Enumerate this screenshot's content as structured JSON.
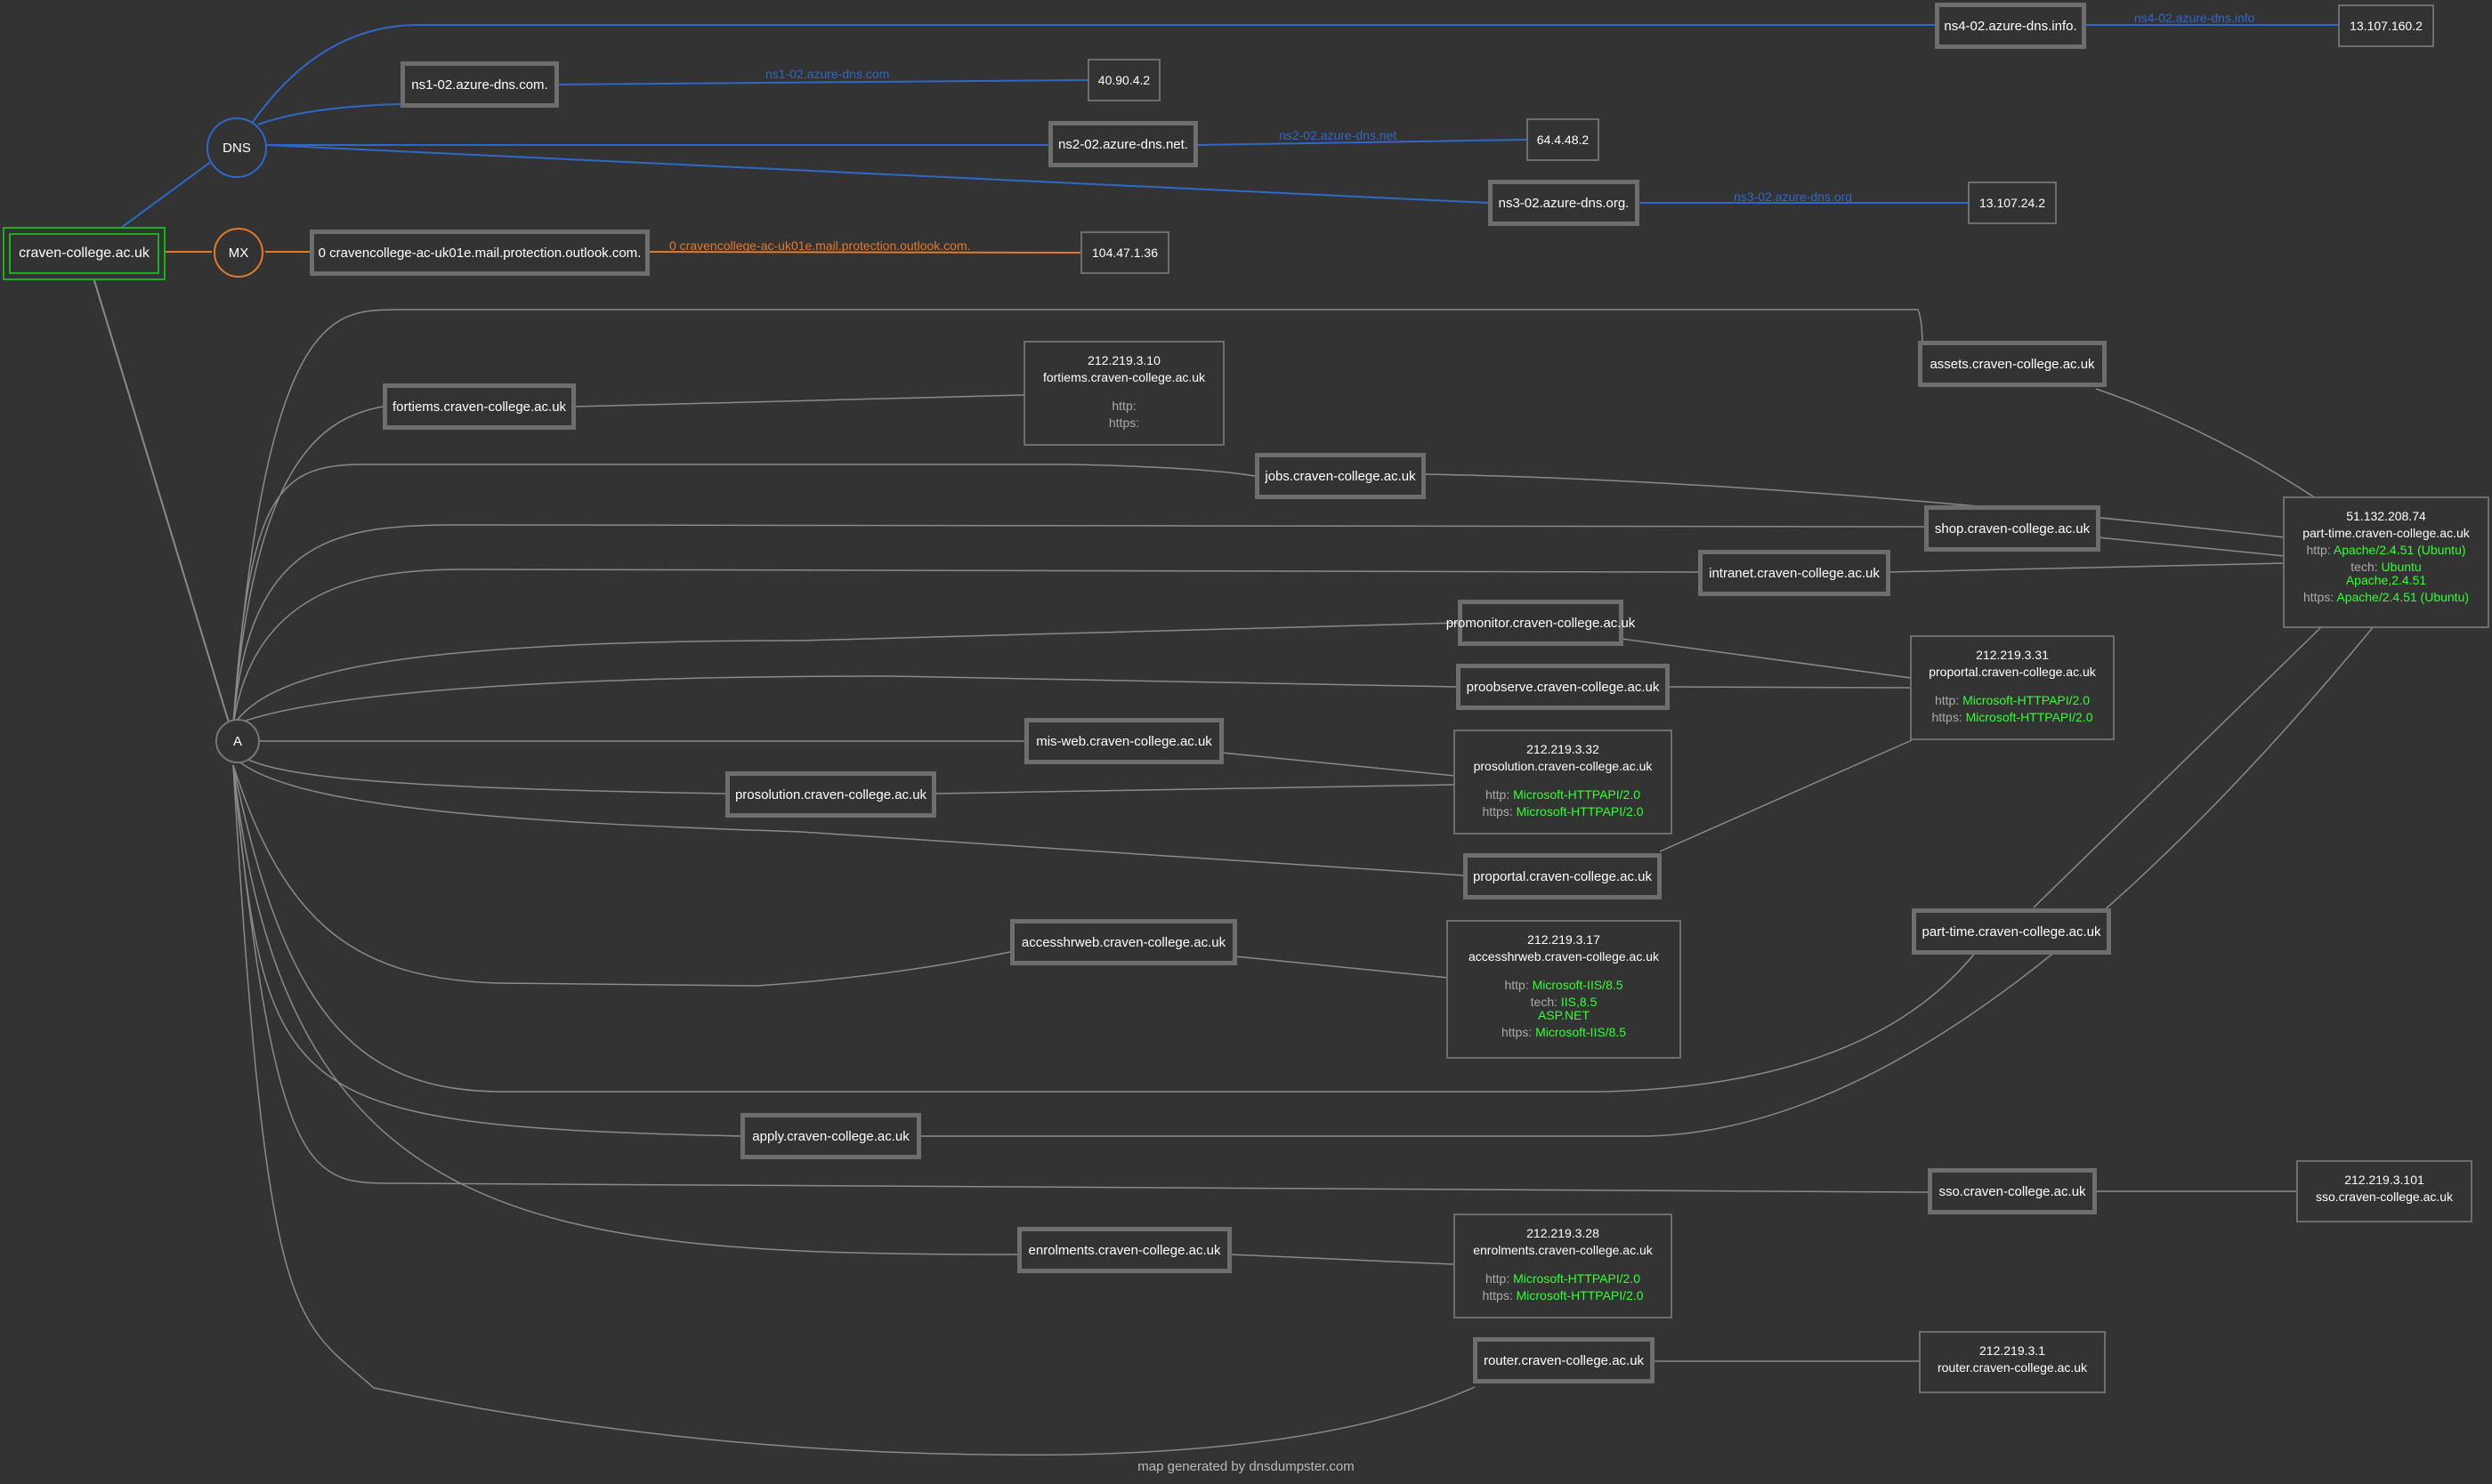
{
  "root": {
    "label": "craven-college.ac.uk"
  },
  "hubs": {
    "dns": "DNS",
    "mx": "MX",
    "a": "A"
  },
  "ns_records": [
    {
      "host": "ns1-02.azure-dns.com.",
      "edge_label": "ns1-02.azure-dns.com",
      "ip": "40.90.4.2"
    },
    {
      "host": "ns2-02.azure-dns.net.",
      "edge_label": "ns2-02.azure-dns.net",
      "ip": "64.4.48.2"
    },
    {
      "host": "ns3-02.azure-dns.org.",
      "edge_label": "ns3-02.azure-dns.org",
      "ip": "13.107.24.2"
    },
    {
      "host": "ns4-02.azure-dns.info.",
      "edge_label": "ns4-02.azure-dns.info",
      "ip": "13.107.160.2"
    }
  ],
  "mx_record": {
    "host": "0 cravencollege-ac-uk01e.mail.protection.outlook.com.",
    "edge_label": "0 cravencollege-ac-uk01e.mail.protection.outlook.com.",
    "ip": "104.47.1.36"
  },
  "a_hosts": {
    "assets": "assets.craven-college.ac.uk",
    "fortiems": "fortiems.craven-college.ac.uk",
    "jobs": "jobs.craven-college.ac.uk",
    "shop": "shop.craven-college.ac.uk",
    "intranet": "intranet.craven-college.ac.uk",
    "promonitor": "promonitor.craven-college.ac.uk",
    "proobserve": "proobserve.craven-college.ac.uk",
    "misweb": "mis-web.craven-college.ac.uk",
    "prosolution": "prosolution.craven-college.ac.uk",
    "proportal": "proportal.craven-college.ac.uk",
    "accesshrweb": "accesshrweb.craven-college.ac.uk",
    "parttime": "part-time.craven-college.ac.uk",
    "apply": "apply.craven-college.ac.uk",
    "sso": "sso.craven-college.ac.uk",
    "enrolments": "enrolments.craven-college.ac.uk",
    "router": "router.craven-college.ac.uk"
  },
  "ip_info": {
    "fortiems": {
      "ip": "212.219.3.10",
      "host": "fortiems.craven-college.ac.uk",
      "http_label": "http:",
      "https_label": "https:"
    },
    "parttime": {
      "ip": "51.132.208.74",
      "host": "part-time.craven-college.ac.uk",
      "http_label": "http:",
      "http": "Apache/2.4.51 (Ubuntu)",
      "tech_label": "tech:",
      "tech": [
        "Ubuntu",
        "Apache,2.4.51"
      ],
      "https_label": "https:",
      "https": "Apache/2.4.51 (Ubuntu)"
    },
    "proportal": {
      "ip": "212.219.3.31",
      "host": "proportal.craven-college.ac.uk",
      "http_label": "http:",
      "http": "Microsoft-HTTPAPI/2.0",
      "https_label": "https:",
      "https": "Microsoft-HTTPAPI/2.0"
    },
    "prosolution": {
      "ip": "212.219.3.32",
      "host": "prosolution.craven-college.ac.uk",
      "http_label": "http:",
      "http": "Microsoft-HTTPAPI/2.0",
      "https_label": "https:",
      "https": "Microsoft-HTTPAPI/2.0"
    },
    "accesshrweb": {
      "ip": "212.219.3.17",
      "host": "accesshrweb.craven-college.ac.uk",
      "http_label": "http:",
      "http": "Microsoft-IIS/8.5",
      "tech_label": "tech:",
      "tech": [
        "IIS,8.5",
        "ASP.NET"
      ],
      "https_label": "https:",
      "https": "Microsoft-IIS/8.5"
    },
    "sso": {
      "ip": "212.219.3.101",
      "host": "sso.craven-college.ac.uk"
    },
    "enrolments": {
      "ip": "212.219.3.28",
      "host": "enrolments.craven-college.ac.uk",
      "http_label": "http:",
      "http": "Microsoft-HTTPAPI/2.0",
      "https_label": "https:",
      "https": "Microsoft-HTTPAPI/2.0"
    },
    "router": {
      "ip": "212.219.3.1",
      "host": "router.craven-college.ac.uk"
    }
  },
  "footer": "map generated by dnsdumpster.com",
  "colors": {
    "dns": "#2f68c8",
    "mx": "#e27a2d",
    "a_edge": "#8a8a8a",
    "root": "#1fae1f",
    "server": "#33ff33",
    "background": "#333333"
  }
}
